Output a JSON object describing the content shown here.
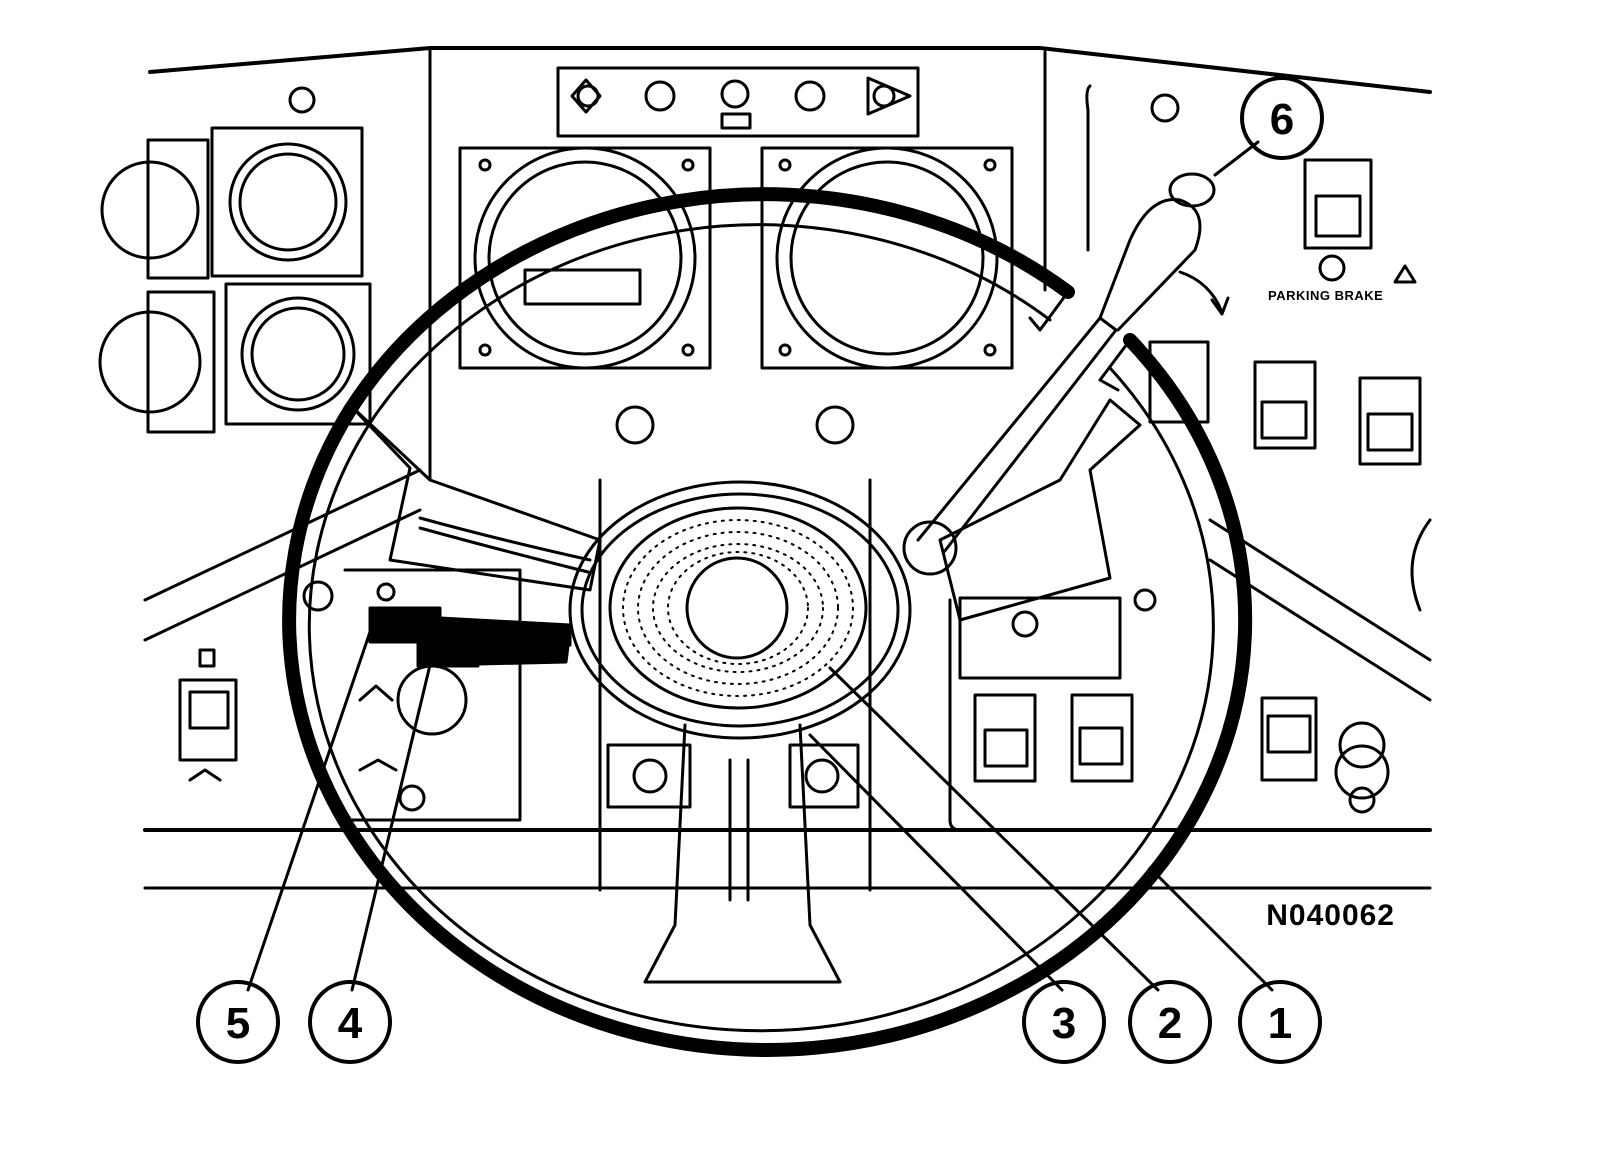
{
  "figure": {
    "id_label": "N040062",
    "placard_text": "PARKING BRAKE"
  },
  "callouts": [
    {
      "number": "1"
    },
    {
      "number": "2"
    },
    {
      "number": "3"
    },
    {
      "number": "4"
    },
    {
      "number": "5"
    },
    {
      "number": "6"
    }
  ],
  "colors": {
    "ink": "#000000",
    "paper": "#ffffff"
  }
}
